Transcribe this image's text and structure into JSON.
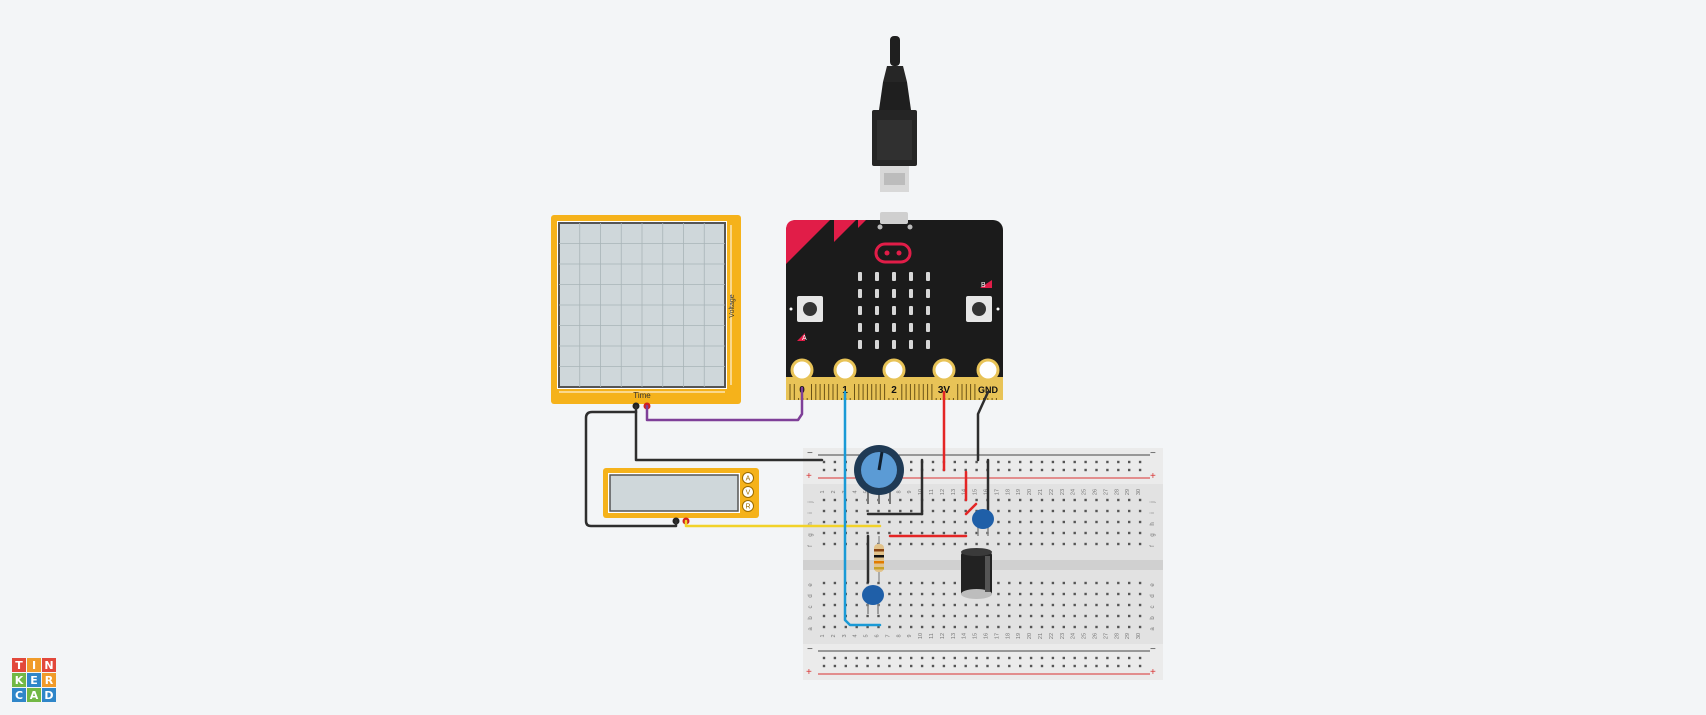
{
  "app": {
    "name": "Tinkercad",
    "logo_letters": [
      "T",
      "I",
      "N",
      "K",
      "E",
      "R",
      "C",
      "A",
      "D"
    ],
    "logo_colors": [
      "#e2483b",
      "#f09b2a",
      "#e2483b",
      "#72b845",
      "#2f86c9",
      "#f09b2a",
      "#2f86c9",
      "#72b845",
      "#2f86c9"
    ]
  },
  "oscilloscope": {
    "x_label": "Time",
    "y_label": "Voltage",
    "frame_color": "#f5b21b"
  },
  "microbit": {
    "pins": [
      "0",
      "1",
      "2",
      "3V",
      "GND"
    ],
    "button_a": "A",
    "button_b": "B",
    "board_color": "#1b1b1b",
    "accent_color": "#e11d48"
  },
  "multimeter": {
    "modes": [
      "A",
      "V",
      "R"
    ]
  },
  "breadboard": {
    "columns": 30,
    "row_labels_top": [
      "j",
      "i",
      "h",
      "g",
      "f"
    ],
    "row_labels_bottom": [
      "e",
      "d",
      "c",
      "b",
      "a"
    ],
    "rail_plus": "+",
    "rail_minus": "−"
  },
  "wire_colors": {
    "black": "#2e2e2e",
    "purple": "#7e3f98",
    "blue": "#1a9ad6",
    "red": "#e42525",
    "yellow": "#f2d229"
  }
}
